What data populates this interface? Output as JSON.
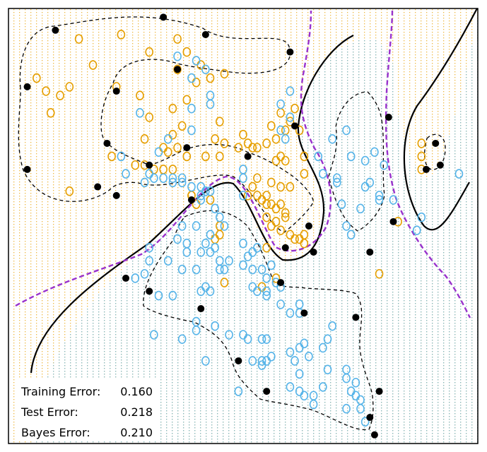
{
  "chart_data": {
    "type": "scatter",
    "title": "",
    "xlabel": "",
    "ylabel": "",
    "xlim": [
      0,
      100
    ],
    "ylim": [
      0,
      100
    ],
    "grid": false,
    "colors": {
      "class_orange": "#e69f00",
      "class_blue": "#56b4e9",
      "decision_boundary": "#000000",
      "bayes_boundary": "#9932cc",
      "margin": "#000000",
      "support_vector": "#000000"
    },
    "series": [
      {
        "class": "orange",
        "points": [
          [
            15,
            93
          ],
          [
            18,
            87
          ],
          [
            24,
            94
          ],
          [
            30,
            90
          ],
          [
            6,
            84
          ],
          [
            8,
            81
          ],
          [
            11,
            80
          ],
          [
            13,
            82
          ],
          [
            9,
            76
          ],
          [
            23,
            82
          ],
          [
            28,
            80
          ],
          [
            36,
            93
          ],
          [
            38,
            90
          ],
          [
            41,
            87
          ],
          [
            36,
            86
          ],
          [
            40,
            83
          ],
          [
            38,
            79
          ],
          [
            35,
            77
          ],
          [
            43,
            84
          ],
          [
            46,
            85
          ],
          [
            37,
            73
          ],
          [
            45,
            74
          ],
          [
            44,
            70
          ],
          [
            46,
            69
          ],
          [
            30,
            75
          ],
          [
            35,
            71
          ],
          [
            29,
            70
          ],
          [
            33,
            68
          ],
          [
            36,
            68
          ],
          [
            34,
            67
          ],
          [
            38,
            66
          ],
          [
            42,
            66
          ],
          [
            45,
            66
          ],
          [
            22,
            66
          ],
          [
            27,
            64
          ],
          [
            29,
            64
          ],
          [
            31,
            63
          ],
          [
            33,
            63
          ],
          [
            35,
            63
          ],
          [
            13,
            58
          ],
          [
            39,
            57
          ],
          [
            50,
            71
          ],
          [
            51,
            69
          ],
          [
            49,
            68
          ],
          [
            53,
            68
          ],
          [
            55,
            69
          ],
          [
            52,
            68
          ],
          [
            57,
            70
          ],
          [
            59,
            72
          ],
          [
            56,
            73
          ],
          [
            58,
            76
          ],
          [
            60,
            74
          ],
          [
            61,
            77
          ],
          [
            62,
            72
          ],
          [
            58,
            66
          ],
          [
            57,
            65
          ],
          [
            59,
            65
          ],
          [
            63,
            66
          ],
          [
            53,
            61
          ],
          [
            56,
            60
          ],
          [
            58,
            59
          ],
          [
            60,
            59
          ],
          [
            55,
            57
          ],
          [
            58,
            55
          ],
          [
            55,
            55
          ],
          [
            57,
            54
          ],
          [
            59,
            53
          ],
          [
            53,
            57
          ],
          [
            54,
            56
          ],
          [
            56,
            55
          ],
          [
            59,
            52
          ],
          [
            57,
            51
          ],
          [
            55,
            52
          ],
          [
            52,
            59
          ],
          [
            51,
            57
          ],
          [
            39,
            57
          ],
          [
            40,
            55
          ],
          [
            43,
            56
          ],
          [
            45,
            48
          ],
          [
            45,
            50
          ],
          [
            44,
            47
          ],
          [
            56,
            50
          ],
          [
            58,
            49
          ],
          [
            60,
            48
          ],
          [
            61,
            47
          ],
          [
            62,
            47
          ],
          [
            63,
            46
          ],
          [
            63,
            48
          ],
          [
            55,
            45
          ],
          [
            57,
            38
          ],
          [
            54,
            36
          ],
          [
            46,
            37
          ],
          [
            63,
            62
          ],
          [
            88,
            63
          ],
          [
            88,
            69
          ],
          [
            88,
            66
          ],
          [
            79,
            39
          ],
          [
            83,
            51
          ]
        ]
      },
      {
        "class": "blue",
        "points": [
          [
            36,
            89
          ],
          [
            40,
            88
          ],
          [
            42,
            86
          ],
          [
            39,
            84
          ],
          [
            43,
            80
          ],
          [
            39,
            77
          ],
          [
            43,
            78
          ],
          [
            39,
            72
          ],
          [
            28,
            76
          ],
          [
            34,
            70
          ],
          [
            32,
            67
          ],
          [
            30,
            62
          ],
          [
            29,
            60
          ],
          [
            24,
            66
          ],
          [
            25,
            62
          ],
          [
            35,
            60
          ],
          [
            37,
            60
          ],
          [
            39,
            59
          ],
          [
            41,
            59
          ],
          [
            42,
            58
          ],
          [
            50,
            63
          ],
          [
            50,
            61
          ],
          [
            50,
            57
          ],
          [
            58,
            72
          ],
          [
            60,
            75
          ],
          [
            58,
            78
          ],
          [
            59,
            70
          ],
          [
            60,
            81
          ],
          [
            66,
            66
          ],
          [
            67,
            62
          ],
          [
            70,
            61
          ],
          [
            71,
            55
          ],
          [
            70,
            60
          ],
          [
            73,
            66
          ],
          [
            69,
            70
          ],
          [
            72,
            72
          ],
          [
            76,
            65
          ],
          [
            78,
            67
          ],
          [
            76,
            59
          ],
          [
            79,
            57
          ],
          [
            72,
            50
          ],
          [
            73,
            48
          ],
          [
            75,
            54
          ],
          [
            77,
            60
          ],
          [
            79,
            56
          ],
          [
            82,
            56
          ],
          [
            80,
            64
          ],
          [
            96,
            62
          ],
          [
            88,
            52
          ],
          [
            87,
            49
          ],
          [
            31,
            61
          ],
          [
            33,
            61
          ],
          [
            35,
            61
          ],
          [
            37,
            61
          ],
          [
            41,
            57
          ],
          [
            43,
            58
          ],
          [
            41,
            56
          ],
          [
            44,
            54
          ],
          [
            45,
            52
          ],
          [
            46,
            50
          ],
          [
            40,
            50
          ],
          [
            37,
            50
          ],
          [
            38,
            46
          ],
          [
            36,
            47
          ],
          [
            38,
            44
          ],
          [
            42,
            46
          ],
          [
            43,
            48
          ],
          [
            44,
            45
          ],
          [
            41,
            44
          ],
          [
            43,
            44
          ],
          [
            45,
            42
          ],
          [
            47,
            42
          ],
          [
            50,
            41
          ],
          [
            51,
            43
          ],
          [
            52,
            44
          ],
          [
            50,
            46
          ],
          [
            53,
            45
          ],
          [
            30,
            45
          ],
          [
            34,
            42
          ],
          [
            37,
            40
          ],
          [
            40,
            40
          ],
          [
            45,
            40
          ],
          [
            46,
            40
          ],
          [
            42,
            36
          ],
          [
            41,
            35
          ],
          [
            43,
            35
          ],
          [
            52,
            40
          ],
          [
            54,
            40
          ],
          [
            55,
            38
          ],
          [
            56,
            41
          ],
          [
            57,
            37
          ],
          [
            58,
            36
          ],
          [
            55,
            35
          ],
          [
            52,
            36
          ],
          [
            53,
            35
          ],
          [
            55,
            34
          ],
          [
            58,
            32
          ],
          [
            62,
            32
          ],
          [
            60,
            30
          ],
          [
            62,
            30
          ],
          [
            32,
            34
          ],
          [
            35,
            34
          ],
          [
            30,
            42
          ],
          [
            29,
            39
          ],
          [
            27,
            38
          ],
          [
            40,
            26
          ],
          [
            44,
            27
          ],
          [
            40,
            28
          ],
          [
            31,
            25
          ],
          [
            37,
            24
          ],
          [
            42,
            19
          ],
          [
            47,
            25
          ],
          [
            50,
            25
          ],
          [
            52,
            19
          ],
          [
            54,
            19
          ],
          [
            55,
            19
          ],
          [
            51,
            24
          ],
          [
            54,
            24
          ],
          [
            55,
            24
          ],
          [
            56,
            20
          ],
          [
            60,
            21
          ],
          [
            61,
            19
          ],
          [
            62,
            16
          ],
          [
            62,
            22
          ],
          [
            63,
            23
          ],
          [
            64,
            20
          ],
          [
            67,
            22
          ],
          [
            68,
            24
          ],
          [
            69,
            27
          ],
          [
            72,
            15
          ],
          [
            74,
            14
          ],
          [
            73,
            12
          ],
          [
            75,
            8
          ],
          [
            75,
            10
          ],
          [
            74,
            11
          ],
          [
            72,
            8
          ],
          [
            76,
            5
          ],
          [
            60,
            13
          ],
          [
            62,
            12
          ],
          [
            63,
            11
          ],
          [
            65,
            9
          ],
          [
            65,
            11
          ],
          [
            67,
            13
          ],
          [
            68,
            17
          ],
          [
            72,
            17
          ],
          [
            54,
            18
          ],
          [
            49,
            12
          ]
        ]
      }
    ],
    "support_vectors": [
      [
        10,
        95
      ],
      [
        33,
        98
      ],
      [
        42,
        94
      ],
      [
        4,
        82
      ],
      [
        60,
        90
      ],
      [
        23,
        81
      ],
      [
        36,
        86
      ],
      [
        21,
        69
      ],
      [
        19,
        59
      ],
      [
        38,
        68
      ],
      [
        30,
        64
      ],
      [
        51,
        66
      ],
      [
        61,
        73
      ],
      [
        39,
        56
      ],
      [
        4,
        63
      ],
      [
        23,
        57
      ],
      [
        64,
        50
      ],
      [
        59,
        45
      ],
      [
        65,
        44
      ],
      [
        82,
        51
      ],
      [
        58,
        37
      ],
      [
        63,
        30
      ],
      [
        77,
        44
      ],
      [
        74,
        29
      ],
      [
        81,
        75
      ],
      [
        91,
        69
      ],
      [
        92,
        64
      ],
      [
        89,
        63
      ],
      [
        30,
        35
      ],
      [
        41,
        31
      ],
      [
        49,
        19
      ],
      [
        55,
        12
      ],
      [
        79,
        12
      ],
      [
        78,
        2
      ],
      [
        77,
        6
      ],
      [
        25,
        38
      ]
    ],
    "errors": [
      {
        "label": "Training Error:",
        "value": "0.160"
      },
      {
        "label": "Test Error:",
        "value": "0.218"
      },
      {
        "label": "Bayes Error:",
        "value": "0.210"
      }
    ]
  }
}
